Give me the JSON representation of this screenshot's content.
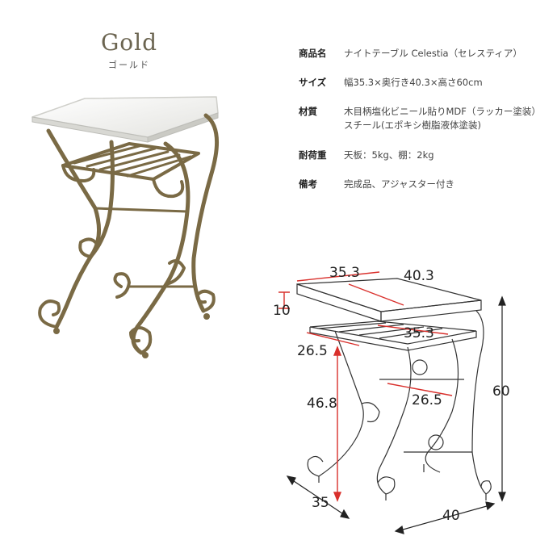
{
  "header": {
    "title_en": "Gold",
    "title_ja": "ゴールド"
  },
  "spec": [
    {
      "label": "商品名",
      "value": "ナイトテーブル Celestia（セレスティア）"
    },
    {
      "label": "サイズ",
      "value": "幅35.3×奥行き40.3×高さ60cm"
    },
    {
      "label": "材質",
      "value_lines": [
        "木目柄塩化ビニール貼りMDF（ラッカー塗装）",
        "スチール(エポキシ樹脂液体塗装)"
      ]
    },
    {
      "label": "耐荷重",
      "value": "天板：5kg、棚：2kg"
    },
    {
      "label": "備考",
      "value": "完成品、アジャスター付き"
    }
  ],
  "dimensions": {
    "top_width": "35.3",
    "top_depth": "40.3",
    "top_thickness": "10",
    "shelf_width": "35.3",
    "shelf_depth": "26.5",
    "leg_spacing": "26.5",
    "shelf_height": "46.8",
    "total_height": "60",
    "base_width": "35",
    "base_depth": "40"
  },
  "colors": {
    "gold_frame": "#7a6a45",
    "dimension_red": "#d9302c",
    "top_white": "#f2f2f0"
  }
}
